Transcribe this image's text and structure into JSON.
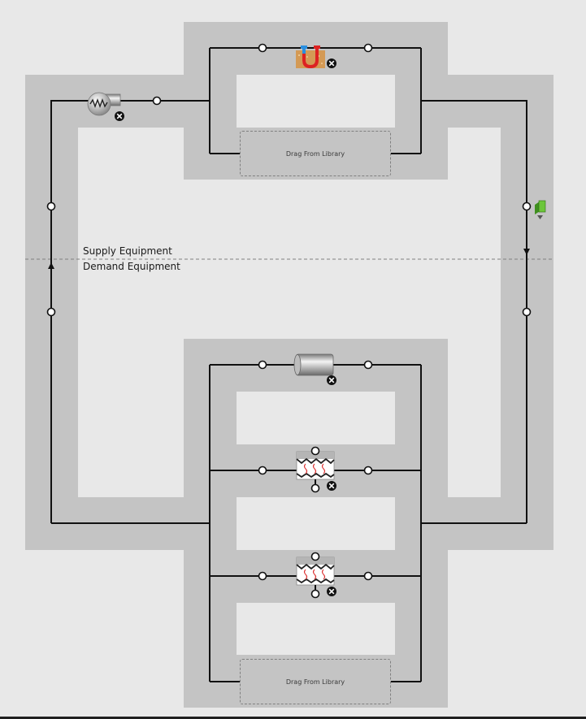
{
  "loop": {
    "supply_label": "Supply Equipment",
    "demand_label": "Demand Equipment",
    "supply_drop_zone_label": "Drag From Library",
    "demand_drop_zone_label": "Drag From Library"
  },
  "icons": {
    "pump": "pump-icon",
    "ground_heat_exchanger": "ground-heat-exchanger-icon",
    "setpoint_manager": "setpoint-manager-icon",
    "pipe": "pipe-icon",
    "water_coil": "water-coil-icon",
    "remove": "remove-icon"
  },
  "colors": {
    "background": "#e8e8e8",
    "loop_band": "#c4c4c4",
    "line": "#111111",
    "setpoint_green": "#6cc63a"
  }
}
